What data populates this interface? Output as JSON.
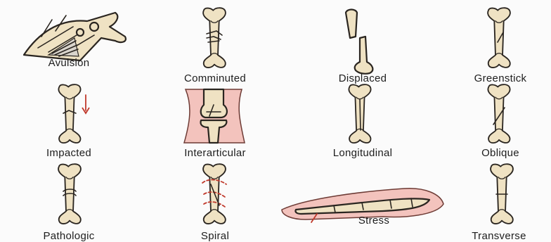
{
  "fracture_types": [
    {
      "id": "avulsion",
      "label": "Avulsion"
    },
    {
      "id": "comminuted",
      "label": "Comminuted"
    },
    {
      "id": "displaced",
      "label": "Displaced"
    },
    {
      "id": "greenstick",
      "label": "Greenstick"
    },
    {
      "id": "impacted",
      "label": "Impacted"
    },
    {
      "id": "interarticular",
      "label": "Interarticular"
    },
    {
      "id": "longitudinal",
      "label": "Longitudinal"
    },
    {
      "id": "oblique",
      "label": "Oblique"
    },
    {
      "id": "pathologic",
      "label": "Pathologic"
    },
    {
      "id": "spiral",
      "label": "Spiral"
    },
    {
      "id": "stress",
      "label": "Stress"
    },
    {
      "id": "transverse",
      "label": "Transverse"
    }
  ],
  "colors": {
    "bone": "#efe2c3",
    "outline": "#2a2520",
    "skin": "#f3c3bd",
    "accent_red": "#c0392b"
  }
}
